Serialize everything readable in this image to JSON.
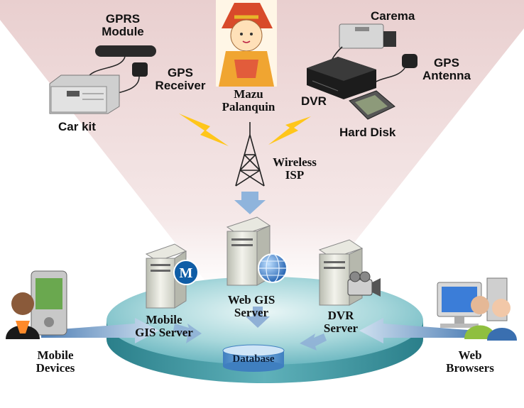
{
  "labels": {
    "gprs_module": "GPRS\nModule",
    "gps_receiver": "GPS\nReceiver",
    "car_kit": "Car kit",
    "mazu_palanquin": "Mazu\nPalanquin",
    "camera": "Carema",
    "gps_antenna": "GPS\nAntenna",
    "dvr": "DVR",
    "hard_disk": "Hard Disk",
    "wireless_isp": "Wireless\nISP",
    "mobile_gis_server": "Mobile\nGIS Server",
    "web_gis_server": "Web GIS\nServer",
    "dvr_server": "DVR\nServer",
    "database": "Database",
    "mobile_devices": "Mobile\nDevices",
    "web_browsers": "Web\nBrowsers"
  },
  "colors": {
    "background": "#ffffff",
    "funnel_top": "#eed7d7",
    "funnel_bottom": "#ffffff",
    "platform_top": "#7ec4cc",
    "platform_side": "#2f8f9a",
    "arrow_blue": "#7fa6cf",
    "lightning": "#ffcc22",
    "database_fill": "#5b9bd5"
  },
  "icons": {
    "gprs_module": "gprs-module-icon",
    "gps_receiver": "gps-receiver-icon",
    "car_kit": "car-kit-icon",
    "mazu": "mazu-figure-icon",
    "camera": "camera-icon",
    "gps_antenna": "gps-antenna-icon",
    "dvr": "dvr-icon",
    "hard_disk": "hard-disk-icon",
    "tower": "wireless-tower-icon",
    "server": "server-icon",
    "globe": "globe-icon",
    "video_camera": "video-camera-icon",
    "pda": "pda-icon",
    "person": "person-icon",
    "computer": "computer-icon"
  }
}
